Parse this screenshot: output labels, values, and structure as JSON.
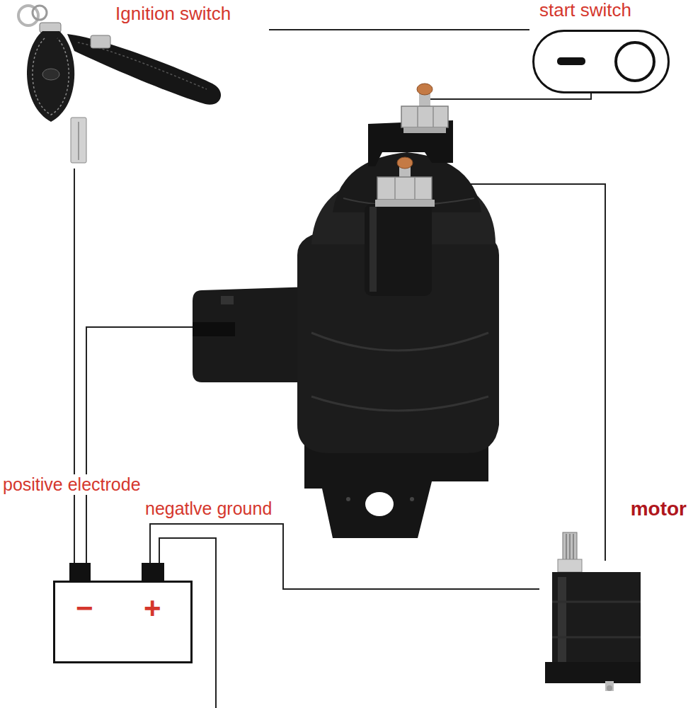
{
  "diagram": {
    "nodes": [
      {
        "text": [
          "Ignition switch"
        ]
      },
      {
        "text": [
          "start switch"
        ]
      },
      {
        "text": [
          "−",
          "+"
        ]
      },
      {
        "text": [
          "motor"
        ]
      }
    ],
    "edges": [
      {
        "from": 0,
        "to": 1,
        "arrow": "none"
      },
      {
        "from": 0,
        "to": 2,
        "arrow": "none"
      },
      {
        "from": 2,
        "to": 3,
        "arrow": "none"
      }
    ],
    "labels": [
      "positive electrode",
      "negatlve ground"
    ]
  }
}
